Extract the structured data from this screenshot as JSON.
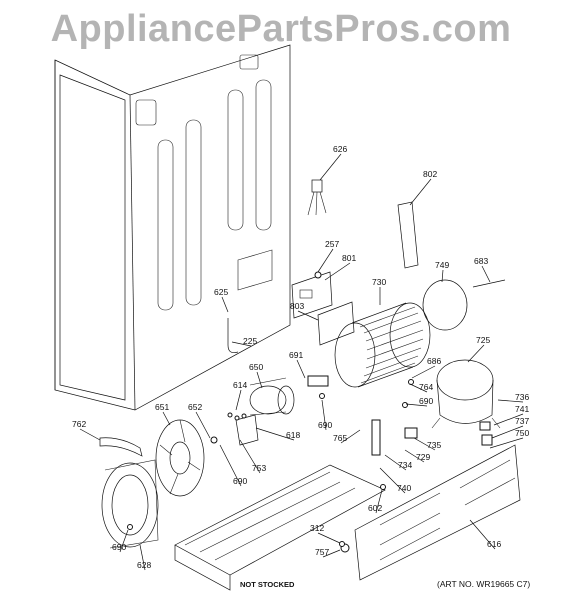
{
  "watermark": "AppliancePartsPros.com",
  "parts": [
    {
      "id": "626",
      "label": "626"
    },
    {
      "id": "802",
      "label": "802"
    },
    {
      "id": "257",
      "label": "257"
    },
    {
      "id": "801",
      "label": "801"
    },
    {
      "id": "749",
      "label": "749"
    },
    {
      "id": "683",
      "label": "683"
    },
    {
      "id": "730",
      "label": "730"
    },
    {
      "id": "625",
      "label": "625"
    },
    {
      "id": "803",
      "label": "803"
    },
    {
      "id": "225",
      "label": "225"
    },
    {
      "id": "725",
      "label": "725"
    },
    {
      "id": "691",
      "label": "691"
    },
    {
      "id": "686",
      "label": "686"
    },
    {
      "id": "650",
      "label": "650"
    },
    {
      "id": "764",
      "label": "764"
    },
    {
      "id": "614",
      "label": "614"
    },
    {
      "id": "736",
      "label": "736"
    },
    {
      "id": "651",
      "label": "651"
    },
    {
      "id": "652",
      "label": "652"
    },
    {
      "id": "690a",
      "label": "690"
    },
    {
      "id": "741",
      "label": "741"
    },
    {
      "id": "762",
      "label": "762"
    },
    {
      "id": "690b",
      "label": "690"
    },
    {
      "id": "737",
      "label": "737"
    },
    {
      "id": "618",
      "label": "618"
    },
    {
      "id": "765",
      "label": "765"
    },
    {
      "id": "735",
      "label": "735"
    },
    {
      "id": "750",
      "label": "750"
    },
    {
      "id": "729",
      "label": "729"
    },
    {
      "id": "753",
      "label": "753"
    },
    {
      "id": "734",
      "label": "734"
    },
    {
      "id": "690c",
      "label": "690"
    },
    {
      "id": "740",
      "label": "740"
    },
    {
      "id": "602",
      "label": "602"
    },
    {
      "id": "312",
      "label": "312"
    },
    {
      "id": "690d",
      "label": "690"
    },
    {
      "id": "628",
      "label": "628"
    },
    {
      "id": "616",
      "label": "616"
    },
    {
      "id": "757",
      "label": "757"
    }
  ],
  "captions": {
    "not_stocked": "NOT STOCKED",
    "art_no": "(ART NO. WR19665 C7)"
  }
}
